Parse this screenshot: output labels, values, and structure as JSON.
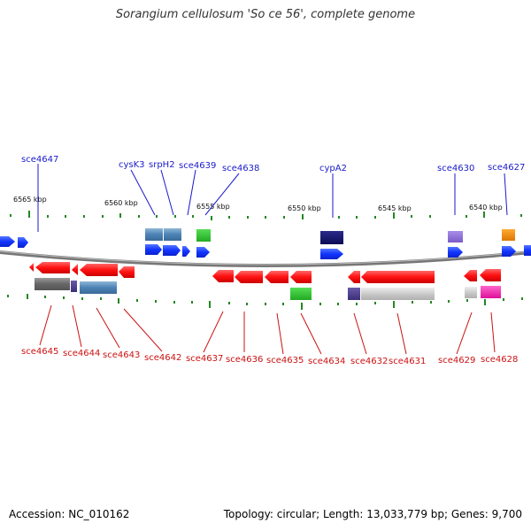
{
  "title": "Sorangium cellulosum 'So ce 56', complete genome",
  "footer": {
    "accession": "Accession: NC_010162",
    "topology": "Topology: circular; Length: 13,033,779 bp; Genes: 9,700"
  },
  "colors": {
    "forward_label": "#1a1acc",
    "reverse_label": "#cc1111",
    "forward_gene": "#1133ee",
    "reverse_gene": "#ee1111",
    "backbone": "#777777",
    "ticks": "#228822"
  },
  "positions": [
    {
      "text": "6565 kbp"
    },
    {
      "text": "6560 kbp"
    },
    {
      "text": "6555 kbp"
    },
    {
      "text": "6550 kbp"
    },
    {
      "text": "6545 kbp"
    },
    {
      "text": "6540 kbp"
    }
  ],
  "top_labels": [
    {
      "text": "sce4647"
    },
    {
      "text": "cysK3"
    },
    {
      "text": "srpH2"
    },
    {
      "text": "sce4639"
    },
    {
      "text": "sce4638"
    },
    {
      "text": "cypA2"
    },
    {
      "text": "sce4630"
    },
    {
      "text": "sce4627"
    }
  ],
  "bottom_labels": [
    {
      "text": "sce4645"
    },
    {
      "text": "sce4644"
    },
    {
      "text": "sce4643"
    },
    {
      "text": "sce4642"
    },
    {
      "text": "sce4637"
    },
    {
      "text": "sce4636"
    },
    {
      "text": "sce4635"
    },
    {
      "text": "sce4634"
    },
    {
      "text": "sce4632"
    },
    {
      "text": "sce4631"
    },
    {
      "text": "sce4629"
    },
    {
      "text": "sce4628"
    }
  ]
}
